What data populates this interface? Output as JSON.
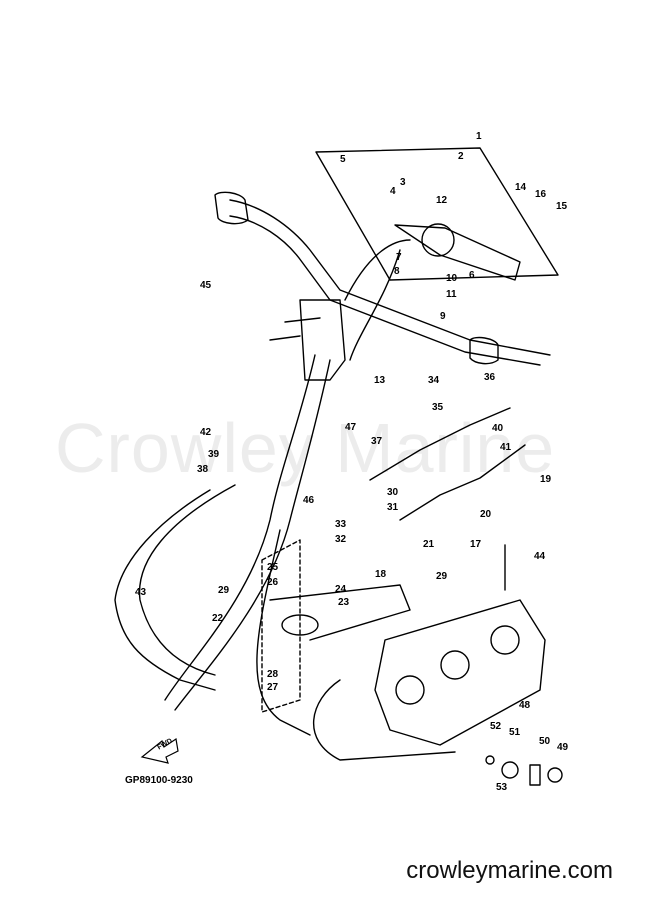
{
  "watermark": "Crowley Marine",
  "footer_url": "crowleymarine.com",
  "diagram_code": "GP89100-9230",
  "fwd_label": "FWD",
  "part_labels": [
    "1",
    "2",
    "3",
    "4",
    "5",
    "6",
    "7",
    "8",
    "9",
    "10",
    "11",
    "12",
    "13",
    "14",
    "15",
    "16",
    "17",
    "18",
    "19",
    "20",
    "21",
    "22",
    "23",
    "24",
    "25",
    "26",
    "27",
    "28",
    "29",
    "30",
    "31",
    "32",
    "33",
    "34",
    "35",
    "36",
    "37",
    "38",
    "39",
    "40",
    "41",
    "42",
    "43",
    "44",
    "45",
    "46",
    "47",
    "48",
    "49",
    "50",
    "51",
    "52",
    "53"
  ]
}
